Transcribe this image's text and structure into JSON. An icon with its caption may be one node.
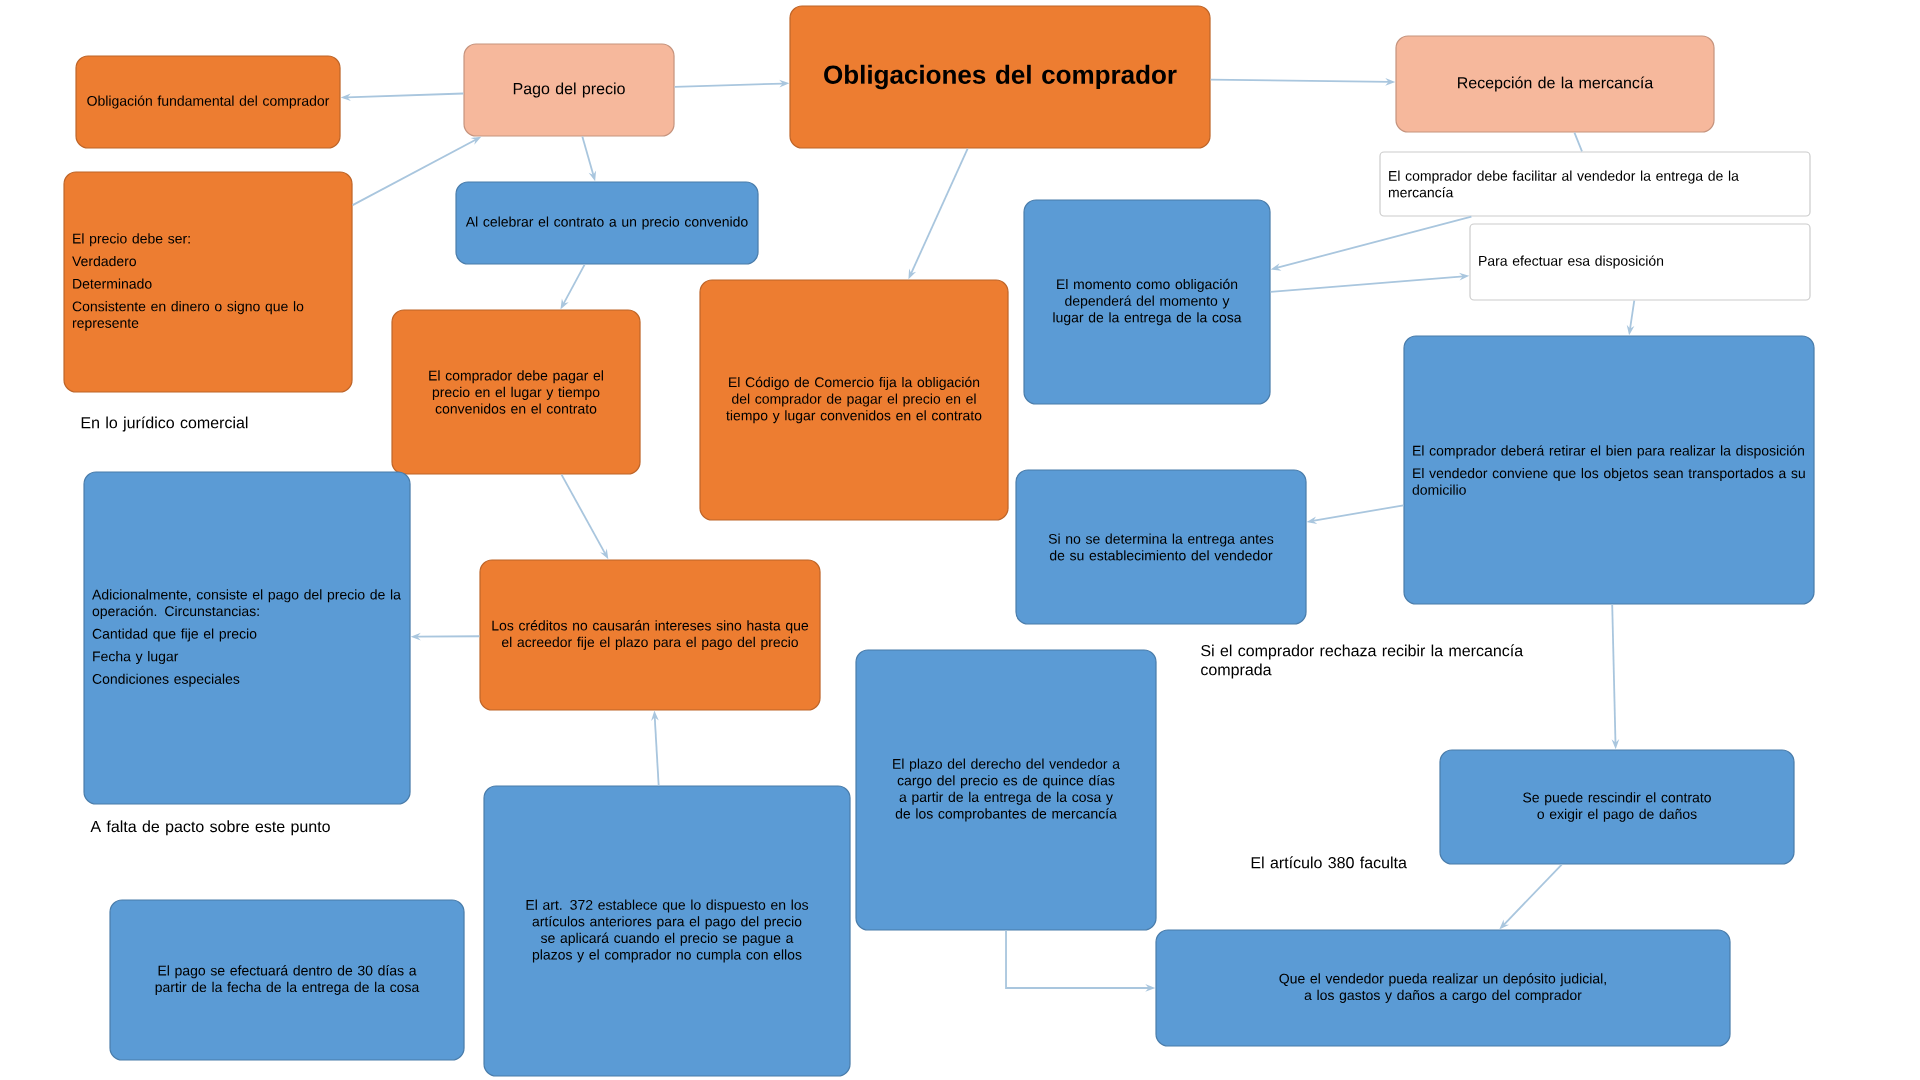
{
  "diagram": {
    "nodes": [
      {
        "text": [
          "Obligaciones del comprador"
        ]
      },
      {
        "text": [
          "Pago del precio"
        ]
      },
      {
        "text": [
          "Recepción de la mercancía"
        ]
      },
      {
        "text": [
          "Obligación fundamental del comprador"
        ]
      },
      {
        "text": [
          "El precio debe ser:",
          "Verdadero",
          "Determinado",
          "Consistente en dinero o signo que lo represente"
        ]
      },
      {
        "text": [
          "Al celebrar el contrato a un precio convenido"
        ]
      },
      {
        "text": [
          "El comprador debe pagar el precio en el lugar y tiempo convenidos en el contrato"
        ]
      },
      {
        "text": [
          "El Código de Comercio fija la obligación del comprador de pagar el precio en el tiempo y lugar convenidos en el contrato"
        ]
      },
      {
        "text": [
          "El momento como obligación dependerá del momento y lugar de la entrega de la cosa"
        ]
      },
      {
        "text": [
          "El comprador debe facilitar al vendedor la entrega de la mercancía"
        ]
      },
      {
        "text": [
          "Para efectuar esa disposición"
        ]
      },
      {
        "text": [
          "El comprador deberá retirar el bien para realizar la disposición",
          "El vendedor conviene que los objetos sean transportados a su domicilio"
        ]
      },
      {
        "text": [
          "Adicionalmente, consiste el pago del precio de la operación. Circunstancias:",
          "Cantidad que fije el precio",
          "Fecha y lugar",
          "Condiciones especiales"
        ]
      },
      {
        "text": [
          "Los créditos no causarán intereses sino hasta que el acreedor fije el plazo para el pago del precio"
        ]
      },
      {
        "text": [
          "Si no se determina la entrega antes de su establecimiento del vendedor"
        ]
      },
      {
        "text": [
          "El pago se efectuará dentro de 30 días a partir de la fecha de la entrega de la cosa"
        ]
      },
      {
        "text": [
          "El art. 372 establece que lo dispuesto en los artículos anteriores para el pago del precio se aplicará cuando el precio se pague a plazos y el comprador no cumpla con ellos"
        ]
      },
      {
        "text": [
          "El plazo del derecho del vendedor a cargo del precio es de quince días a partir de la entrega de la cosa y de los comprobantes de mercancía"
        ]
      },
      {
        "text": [
          "Se puede rescindir el contrato o exigir el pago de daños"
        ]
      },
      {
        "text": [
          "Que el vendedor pueda realizar un depósito judicial, a los gastos y daños a cargo del comprador"
        ]
      }
    ],
    "edges": [
      {
        "from": 1,
        "to": 3,
        "arrow": "to"
      },
      {
        "from": 4,
        "to": 1,
        "arrow": "to"
      },
      {
        "from": 1,
        "to": 0,
        "arrow": "to"
      },
      {
        "from": 0,
        "to": 2,
        "arrow": "to"
      },
      {
        "from": 1,
        "to": 5,
        "arrow": "to"
      },
      {
        "from": 5,
        "to": 6,
        "arrow": "to"
      },
      {
        "from": 0,
        "to": 7,
        "arrow": "to"
      },
      {
        "from": 2,
        "to": 9,
        "arrow": "none"
      },
      {
        "from": 9,
        "to": 8,
        "arrow": "to"
      },
      {
        "from": 8,
        "to": 10,
        "arrow": "to"
      },
      {
        "from": 10,
        "to": 11,
        "arrow": "to"
      },
      {
        "from": 11,
        "to": 14,
        "arrow": "to"
      },
      {
        "from": 6,
        "to": 13,
        "arrow": "to"
      },
      {
        "from": 13,
        "to": 12,
        "arrow": "to"
      },
      {
        "from": 16,
        "to": 13,
        "arrow": "to"
      },
      {
        "from": 11,
        "to": 18,
        "arrow": "to"
      },
      {
        "from": 18,
        "to": 19,
        "arrow": "to"
      },
      {
        "from": 17,
        "to": 19,
        "arrow": "to"
      }
    ],
    "labels": [
      "En lo jurídico comercial",
      "Si el comprador rechaza recibir la mercancía comprada",
      "A falta de pacto sobre este punto",
      "El artículo 380 faculta"
    ]
  }
}
